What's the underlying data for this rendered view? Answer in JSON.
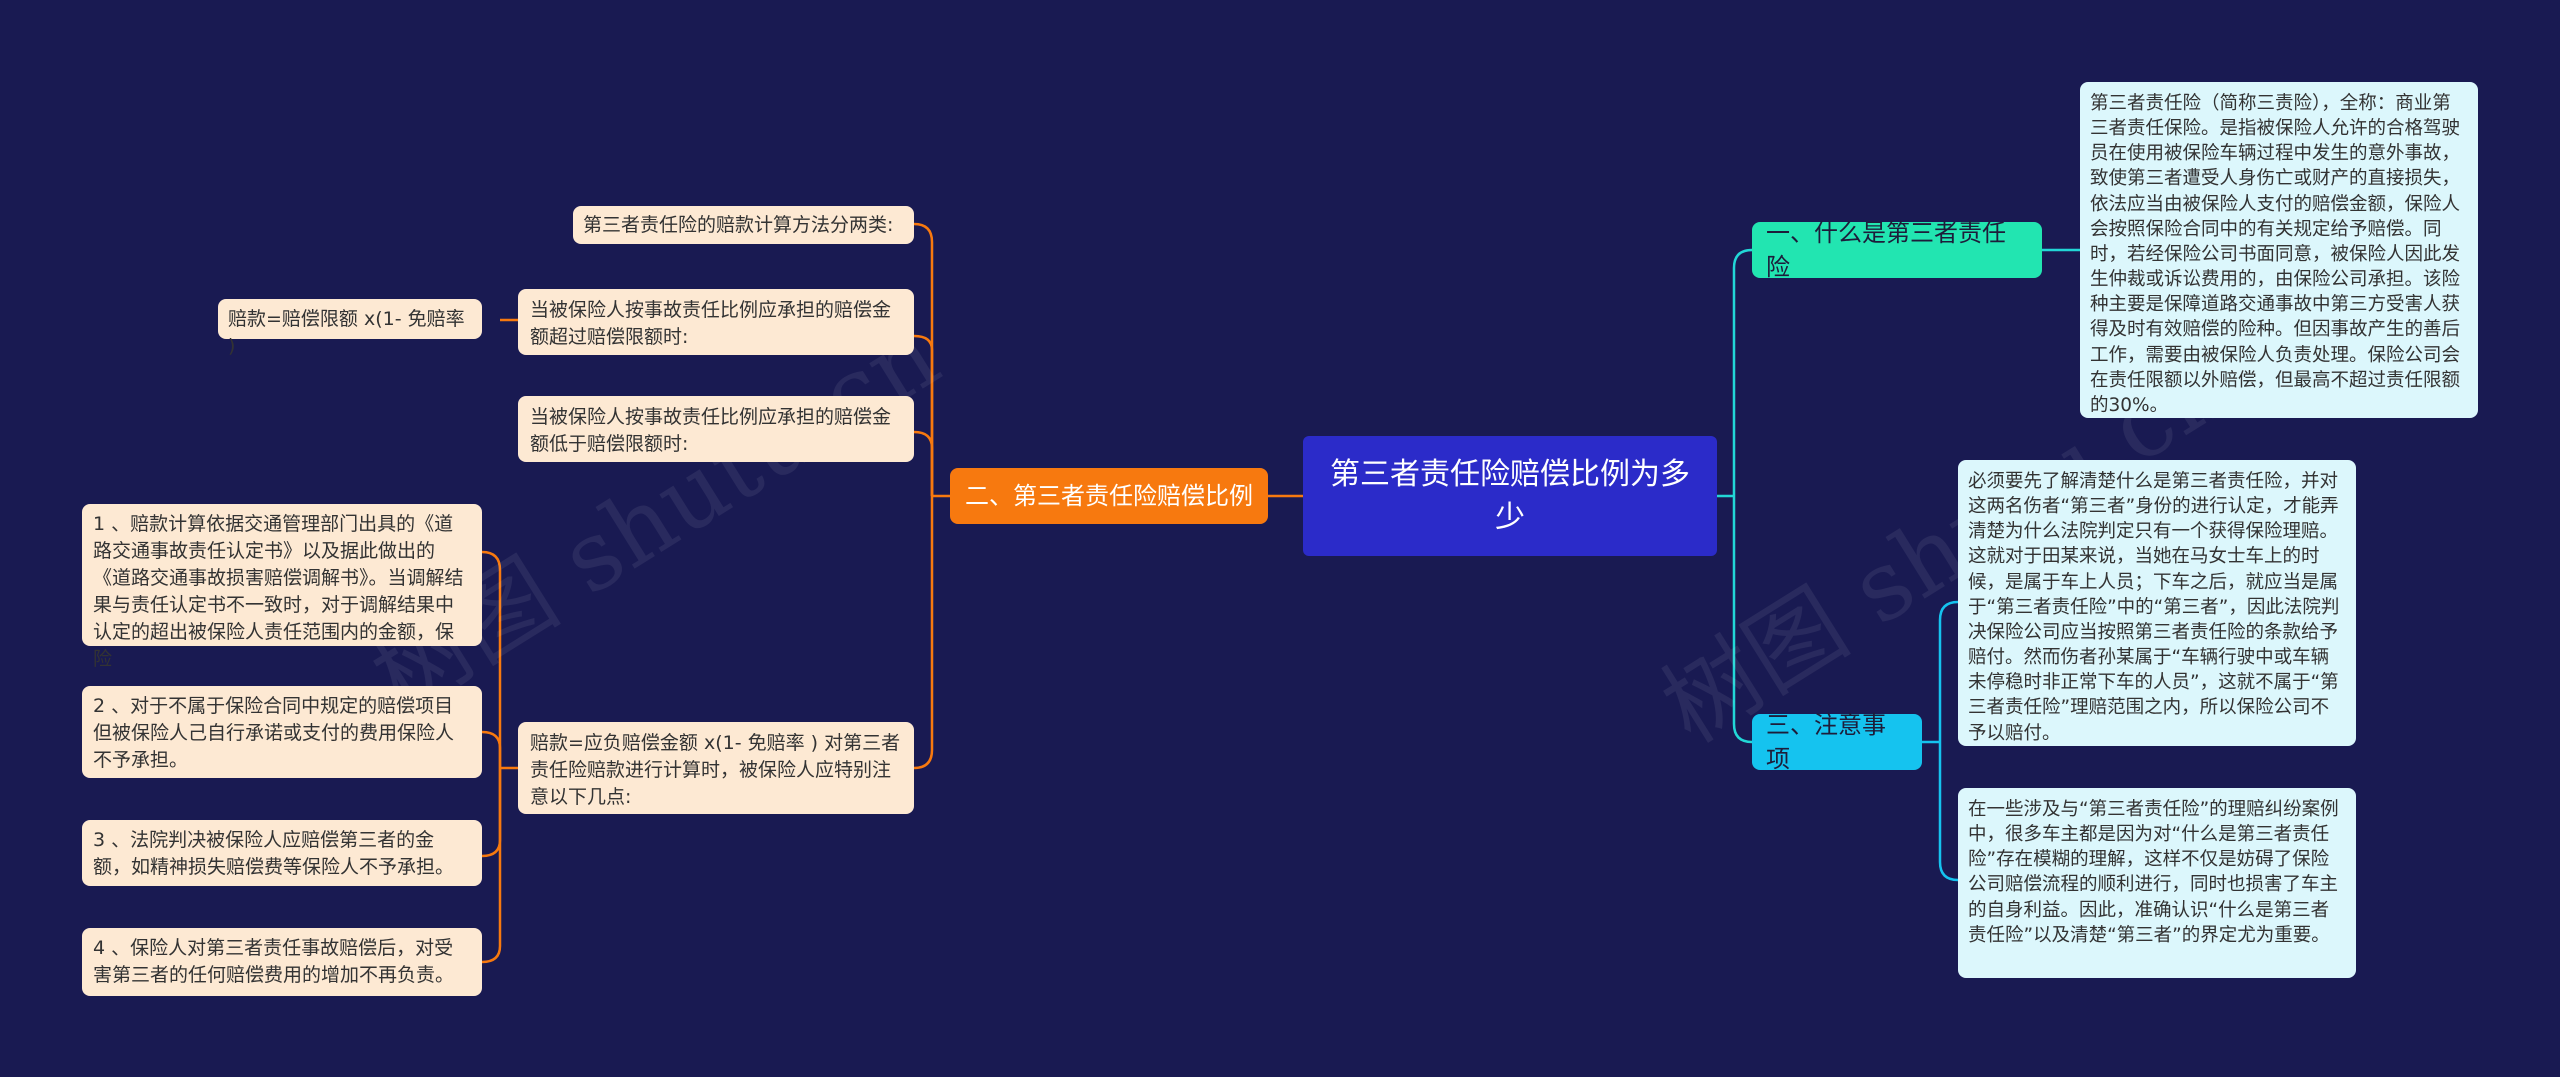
{
  "center": {
    "title": "第三者责任险赔偿比例为多少"
  },
  "branches": {
    "left": {
      "label": "二、第三者责任险赔偿比例"
    },
    "right1": {
      "label": "一、什么是第三者责任险"
    },
    "right3": {
      "label": "三、注意事项"
    }
  },
  "left_items": {
    "calc_methods": "第三者责任险的赔款计算方法分两类:",
    "over_limit": "当被保险人按事故责任比例应承担的赔偿金额超过赔偿限额时:",
    "over_formula": "赔款=赔偿限额 x(1- 免赔率 )",
    "under_limit": "当被保险人按事故责任比例应承担的赔偿金额低于赔偿限额时:",
    "under_formula": "赔款=应负赔偿金额 x(1- 免赔率 ) 对第三者责任险赔款进行计算时，被保险人应特别注意以下几点:",
    "notes": [
      "1 、赔款计算依据交通管理部门出具的《道路交通事故责任认定书》以及据此做出的《道路交通事故损害赔偿调解书》。当调解结果与责任认定书不一致时，对于调解结果中认定的超出被保险人责任范围内的金额，保险",
      "2 、对于不属于保险合同中规定的赔偿项目但被保险人己自行承诺或支付的费用保险人不予承担。",
      "3 、法院判决被保险人应赔偿第三者的金额，如精神损失赔偿费等保险人不予承担。",
      "4 、保险人对第三者责任事故赔偿后，对受害第三者的任何赔偿费用的增加不再负责。"
    ]
  },
  "right_items": {
    "definition": "第三者责任险（简称三责险），全称：商业第三者责任保险。是指被保险人允许的合格驾驶员在使用被保险车辆过程中发生的意外事故，致使第三者遭受人身伤亡或财产的直接损失，依法应当由被保险人支付的赔偿金额，保险人会按照保险合同中的有关规定给予赔偿。同时，若经保险公司书面同意，被保险人因此发生仲裁或诉讼费用的，由保险公司承担。该险种主要是保障道路交通事故中第三方受害人获得及时有效赔偿的险种。但因事故产生的善后工作，需要由被保险人负责处理。保险公司会在责任限额以外赔偿，但最高不超过责任限额的30%。",
    "note1": "必须要先了解清楚什么是第三者责任险，并对这两名伤者“第三者”身份的进行认定，才能弄清楚为什么法院判定只有一个获得保险理赔。这就对于田某来说，当她在马女士车上的时候，是属于车上人员；下车之后，就应当是属于“第三者责任险”中的“第三者”，因此法院判决保险公司应当按照第三者责任险的条款给予赔付。然而伤者孙某属于“车辆行驶中或车辆未停稳时非正常下车的人员”，这就不属于“第三者责任险”理赔范围之内，所以保险公司不予以赔付。",
    "note2": "在一些涉及与“第三者责任险”的理赔纠纷案例中，很多车主都是因为对“什么是第三者责任险”存在模糊的理解，这样不仅是妨碍了保险公司赔偿流程的顺利进行，同时也损害了车主的自身利益。因此，准确认识“什么是第三者责任险”以及清楚“第三者”的界定尤为重要。"
  },
  "watermark": "树图 shutu.cn",
  "colors": {
    "background": "#191a52",
    "center": "#2b2bc9",
    "left_branch": "#f7790f",
    "right_branch_1": "#22e5b1",
    "right_branch_3": "#15c3ef",
    "leaf_orange": "#fde9d3",
    "leaf_blue": "#dcf7fc"
  }
}
